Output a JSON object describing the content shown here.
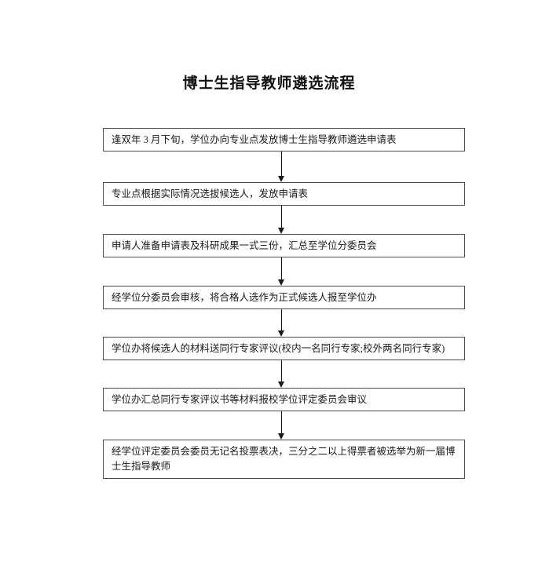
{
  "page": {
    "title": "博士生指导教师遴选流程"
  },
  "flowchart": {
    "type": "vertical-flow",
    "connector_color": "#1a1a1a",
    "box_border_color": "#4d4d4d",
    "steps": [
      {
        "text": "逢双年 3 月下旬，学位办向专业点发放博士生指导教师遴选申请表"
      },
      {
        "text": "专业点根据实际情况选拔候选人，发放申请表"
      },
      {
        "text": "申请人准备申请表及科研成果一式三份，汇总至学位分委员会"
      },
      {
        "text": "经学位分委员会审核，将合格人选作为正式候选人报至学位办"
      },
      {
        "text": "学位办将候选人的材料送同行专家评议(校内一名同行专家;校外两名同行专家)"
      },
      {
        "text": "学位办汇总同行专家评议书等材料报校学位评定委员会审议"
      },
      {
        "text": "经学位评定委员会委员无记名投票表决，三分之二以上得票者被选举为新一届博士生指导教师"
      }
    ]
  }
}
